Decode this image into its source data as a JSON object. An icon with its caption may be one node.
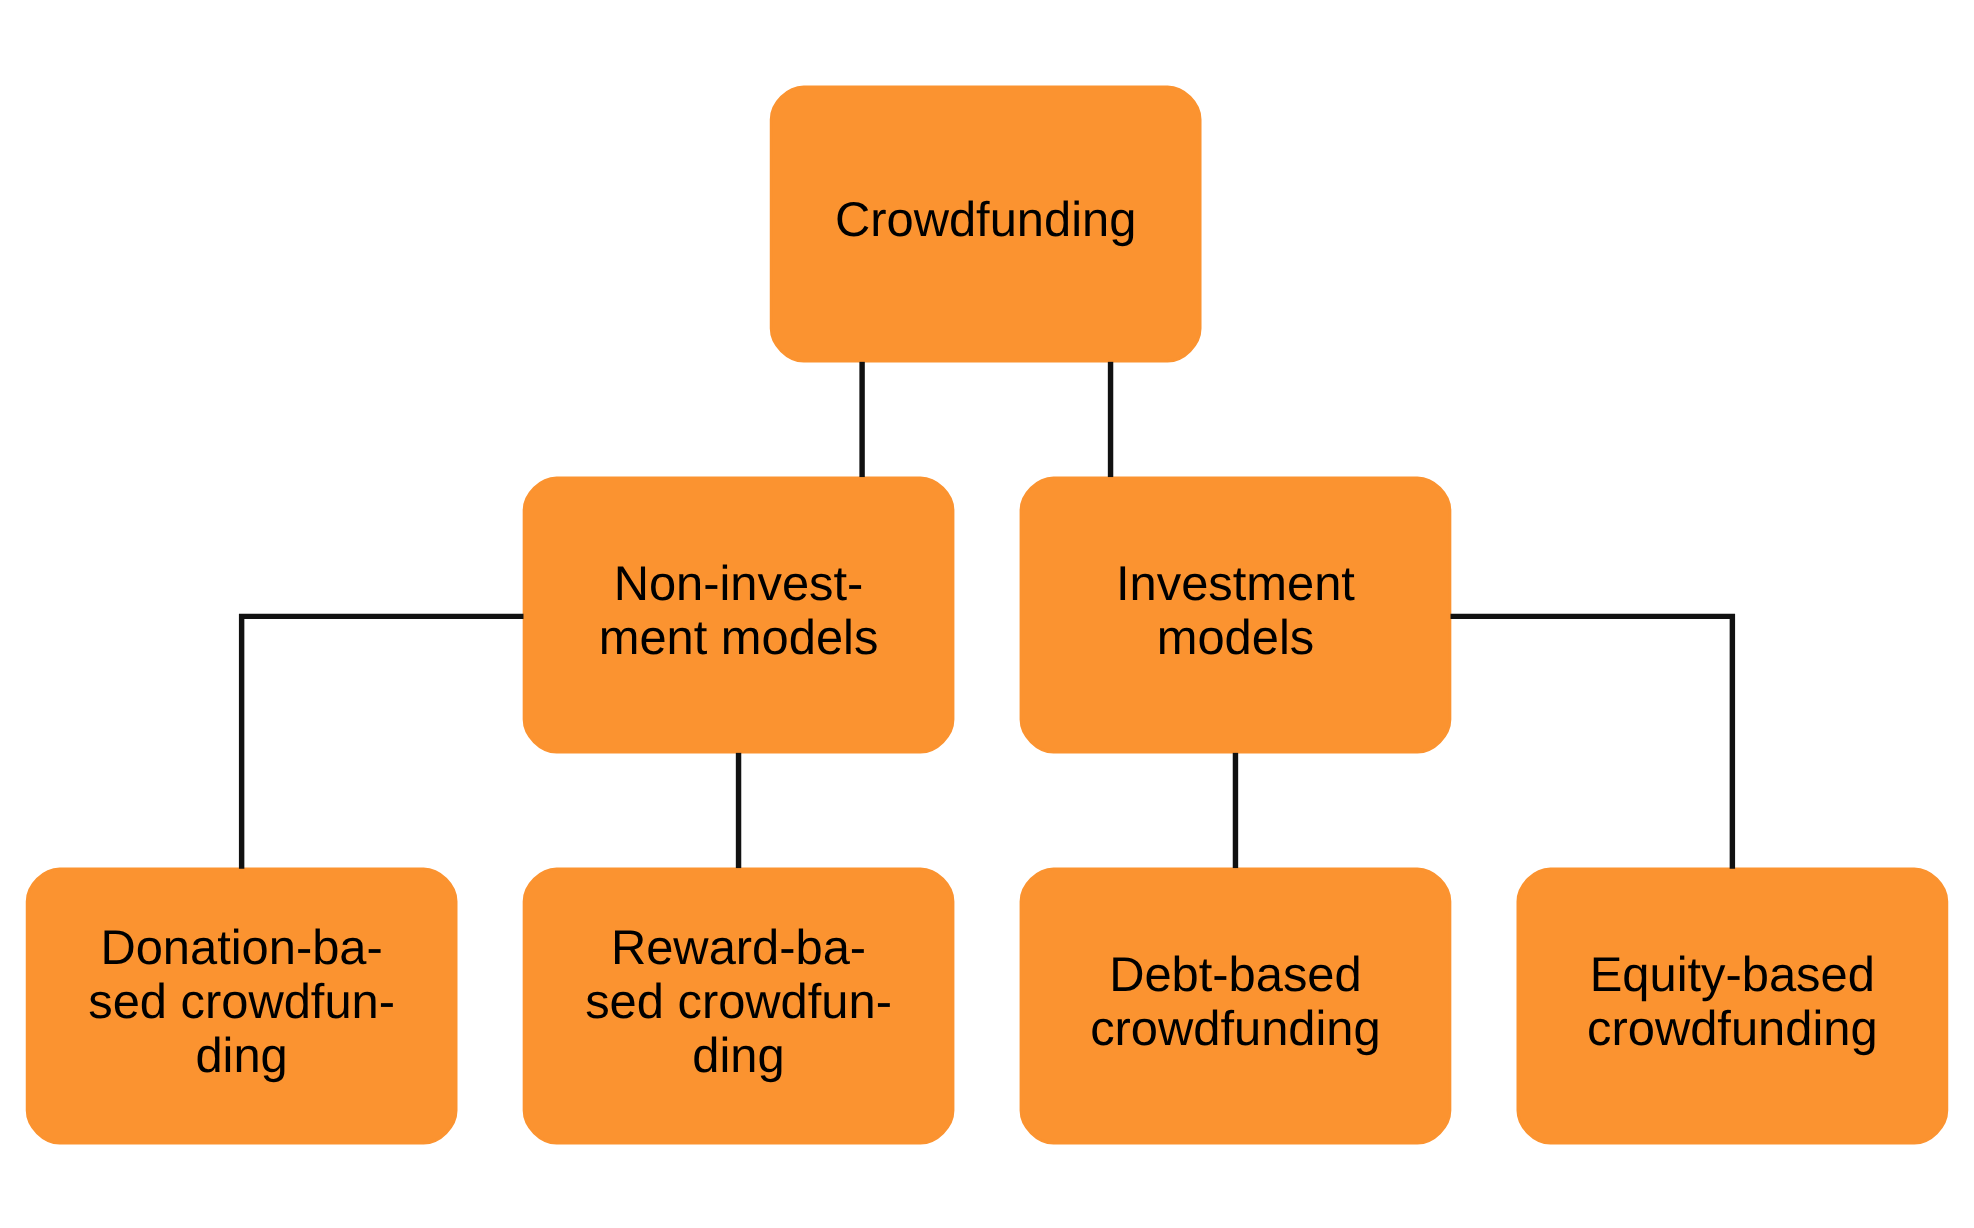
{
  "diagram": {
    "nodes": [
      {
        "text": [
          "Crowdfunding"
        ]
      },
      {
        "text": [
          "Non-invest- ment models"
        ]
      },
      {
        "text": [
          "Investment models"
        ]
      },
      {
        "text": [
          "Donation-ba- sed crowdfun- ding"
        ]
      },
      {
        "text": [
          "Reward-ba- sed crowdfun- ding"
        ]
      },
      {
        "text": [
          "Debt-based crowdfunding"
        ]
      },
      {
        "text": [
          "Equity-based crowdfunding"
        ]
      }
    ],
    "edges": [
      {
        "from": 0,
        "to": 1,
        "arrow": "none"
      },
      {
        "from": 0,
        "to": 2,
        "arrow": "none"
      },
      {
        "from": 1,
        "to": 3,
        "arrow": "none"
      },
      {
        "from": 1,
        "to": 4,
        "arrow": "none"
      },
      {
        "from": 2,
        "to": 5,
        "arrow": "none"
      },
      {
        "from": 2,
        "to": 6,
        "arrow": "none"
      }
    ]
  }
}
